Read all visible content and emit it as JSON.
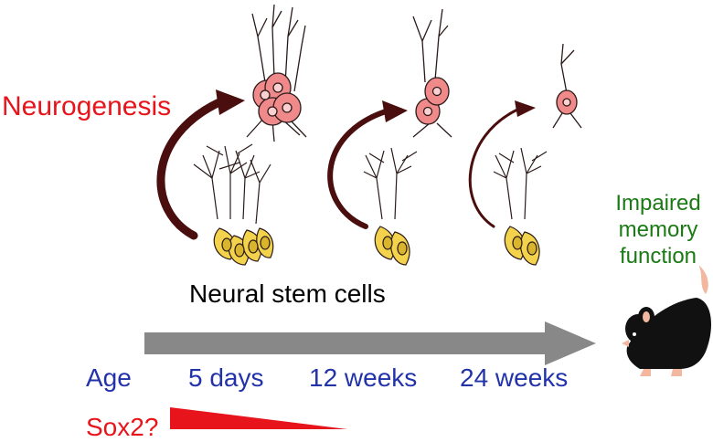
{
  "labels": {
    "neurogenesis": "Neurogenesis",
    "neural_stem_cells": "Neural stem cells",
    "impaired": [
      "Impaired",
      "memory",
      "function"
    ],
    "gene_partial": "Sox2?"
  },
  "timeline": {
    "axis_label": "Age",
    "points": [
      "5 days",
      "12 weeks",
      "24 weeks"
    ]
  },
  "colors": {
    "neurogenesis_text": "#e8141b",
    "impaired_text": "#1a7a14",
    "age_text": "#2233aa",
    "arrow_gray": "#888888",
    "curved_arrow": "#4a0e0e",
    "neuron_fill": "#f08a8a",
    "stem_fill": "#f2d34b",
    "wedge_red": "#e8141b",
    "mouse": "#111111",
    "mouse_pink": "#f3b7a0"
  }
}
